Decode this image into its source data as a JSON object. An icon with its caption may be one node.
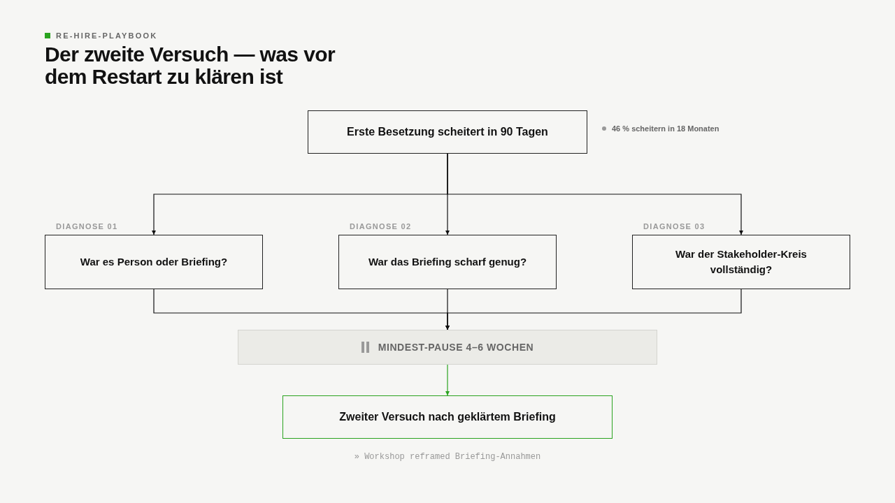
{
  "diagram": {
    "title": "Der zweite Versuch — was vor dem Restart zu klären ist",
    "nodes": [
      {
        "text": [
          "Erste Besetzung scheitert in 90 Tagen"
        ],
        "beside": [
          "46 % scheitern in 18 Monaten"
        ]
      },
      {
        "text": [
          "DIAGNOSE 01",
          "War es Person oder Briefing?"
        ]
      },
      {
        "text": [
          "DIAGNOSE 02",
          "War das Briefing scharf genug?"
        ]
      },
      {
        "text": [
          "DIAGNOSE 03",
          "War der Stakeholder-Kreis vollständig?"
        ]
      },
      {
        "text": [
          "MINDEST-PAUSE 4–6 WOCHEN"
        ]
      },
      {
        "text": [
          "Zweiter Versuch nach geklärtem Briefing"
        ],
        "beside": [
          "» Workshop reframed Briefing-Annahmen"
        ]
      }
    ],
    "edges": [
      {
        "from": 0,
        "to": 1,
        "arrow": "to"
      },
      {
        "from": 0,
        "to": 2,
        "arrow": "to"
      },
      {
        "from": 0,
        "to": 3,
        "arrow": "to"
      },
      {
        "from": 1,
        "to": 4,
        "arrow": "to"
      },
      {
        "from": 2,
        "to": 4,
        "arrow": "to"
      },
      {
        "from": 3,
        "to": 4,
        "arrow": "to"
      },
      {
        "from": 4,
        "to": 5,
        "arrow": "to",
        "color": "#2aa31f"
      }
    ],
    "labels": [
      "RE-HIRE-PLAYBOOK"
    ]
  }
}
